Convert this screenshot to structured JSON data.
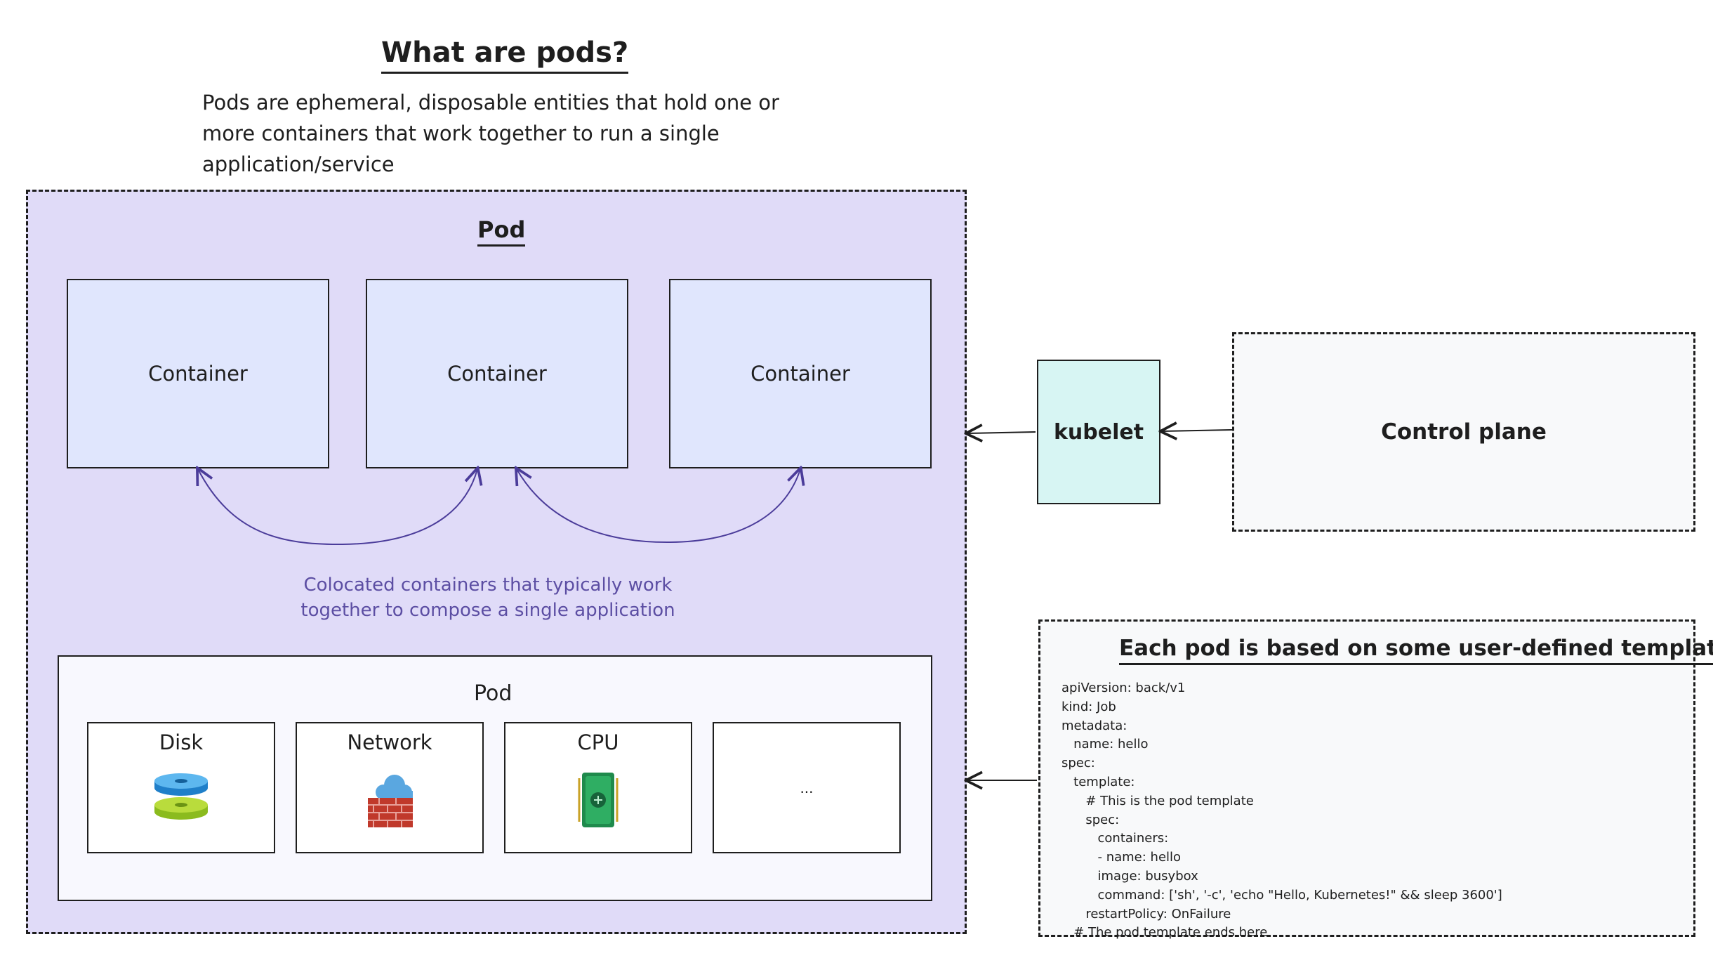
{
  "header": {
    "title": "What are pods?",
    "description": "Pods are ephemeral, disposable entities that hold one or more containers that work together to run a single application/service"
  },
  "pod": {
    "label": "Pod",
    "containers": [
      "Container",
      "Container",
      "Container"
    ],
    "colocated_caption": "Colocated containers that typically work together to compose a single application"
  },
  "inner_pod": {
    "label": "Pod",
    "resources": [
      {
        "label": "Disk",
        "icon": "disk-icon"
      },
      {
        "label": "Network",
        "icon": "network-firewall-icon"
      },
      {
        "label": "CPU",
        "icon": "cpu-chip-icon"
      },
      {
        "label": "",
        "icon": "",
        "placeholder": "..."
      }
    ]
  },
  "kubelet": {
    "label": "kubelet"
  },
  "control_plane": {
    "label": "Control plane"
  },
  "template": {
    "title": "Each pod is based on some user-defined template",
    "yaml": "apiVersion: back/v1\nkind: Job\nmetadata:\n   name: hello\nspec:\n   template:\n      # This is the pod template\n      spec:\n         containers:\n         - name: hello\n         image: busybox\n         command: ['sh', '-c', 'echo \"Hello, Kubernetes!\" && sleep 3600']\n      restartPolicy: OnFailure\n   # The pod template ends here"
  },
  "colors": {
    "pod_fill": "#e0dbf8",
    "container_fill": "#e0e6fd",
    "kubelet_fill": "#d7f5f3",
    "arc_stroke": "#4b3c9a"
  }
}
